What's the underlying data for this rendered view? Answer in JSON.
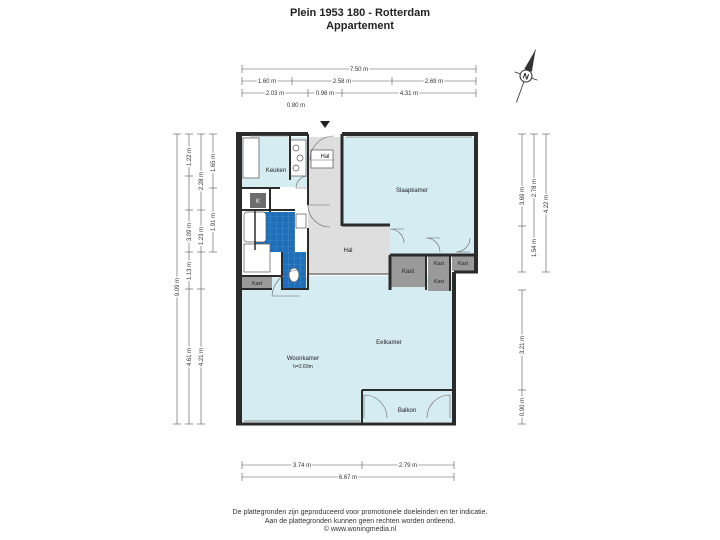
{
  "header": {
    "title": "Plein 1953 180 - Rotterdam",
    "subtitle": "Appartement"
  },
  "rooms": {
    "keuken": "Keuken",
    "hal_top": "Hal",
    "hal": "Hal",
    "slaapkamer": "Slaapkamer",
    "woonkamer": "Woonkamer",
    "woonkamer_height": "h=2.69m",
    "eetkamer": "Eetkamer",
    "balkon": "Balkon",
    "kast_left": "Kast",
    "kast_center": "Kast",
    "kast_small_1": "Kast",
    "kast_small_2": "Kast",
    "kast_right": "Kast",
    "k": "K"
  },
  "dimensions": {
    "top_total": "7.50 m",
    "top_row2": [
      "1.60 m",
      "2.58 m",
      "2.69 m"
    ],
    "top_row3": [
      "2.03 m",
      "0.96 m",
      "4.31 m"
    ],
    "top_small": "0.80 m",
    "left_outer": "9.09 m",
    "left_mid": [
      "3.09 m",
      "4.61 m"
    ],
    "left_mid_b": "1.13 m",
    "left_lower": "4.21 m",
    "left_inner": [
      "1.22 m",
      "2.28 m",
      "1.23 m"
    ],
    "left_inner2": [
      "1.65 m",
      "1.91 m"
    ],
    "right_a": [
      "3.69 m",
      "1.54 m"
    ],
    "right_b": "2.78 m",
    "right_c": "4.22 m",
    "right_lower": [
      "3.21 m",
      "0.90 m"
    ],
    "bottom_row1": [
      "3.74 m",
      "2.79 m"
    ],
    "bottom_total": "6.67 m"
  },
  "footer": {
    "line1": "De plattegronden zijn geproduceerd voor promotionele doeleinden en ter indicatie.",
    "line2": "Aan de plattegronden kunnen geen rechten worden ontleend.",
    "line3": "© www.woningmedia.nl"
  },
  "compass": {
    "label": "N"
  },
  "colors": {
    "floor": "#d4ecf2",
    "hall": "#dedede",
    "bathroom": "#1f6fb8",
    "storage": "#9a9a9a",
    "wall": "#2b2b2b"
  }
}
